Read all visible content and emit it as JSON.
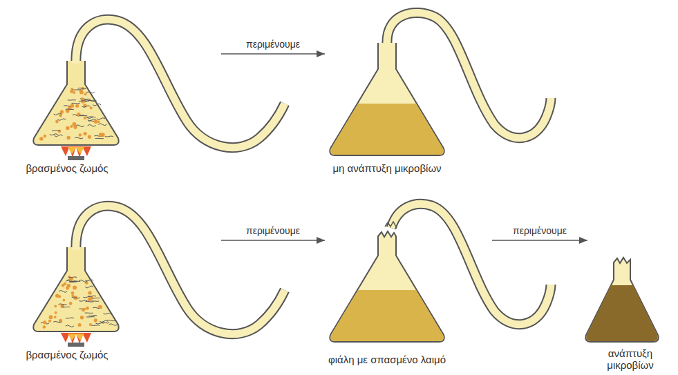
{
  "diagram": {
    "nodes": [
      {
        "text": [
          "βρασμένος ζωμός"
        ]
      },
      {
        "text": [
          "μη ανάπτυξη μικροβίων"
        ]
      },
      {
        "text": [
          "βρασμένος ζωμός"
        ]
      },
      {
        "text": [
          "φιάλη με σπασμένο λαιμό"
        ]
      },
      {
        "text": [
          "ανάπτυξη μικροβίων"
        ]
      }
    ],
    "edges": [
      {
        "from": 0,
        "to": 1,
        "arrow": "to",
        "label": "περιμένουμε"
      },
      {
        "from": 2,
        "to": 3,
        "arrow": "to",
        "label": "περιμένουμε"
      },
      {
        "from": 3,
        "to": 4,
        "arrow": "to",
        "label": "περιμένουμε"
      }
    ]
  }
}
